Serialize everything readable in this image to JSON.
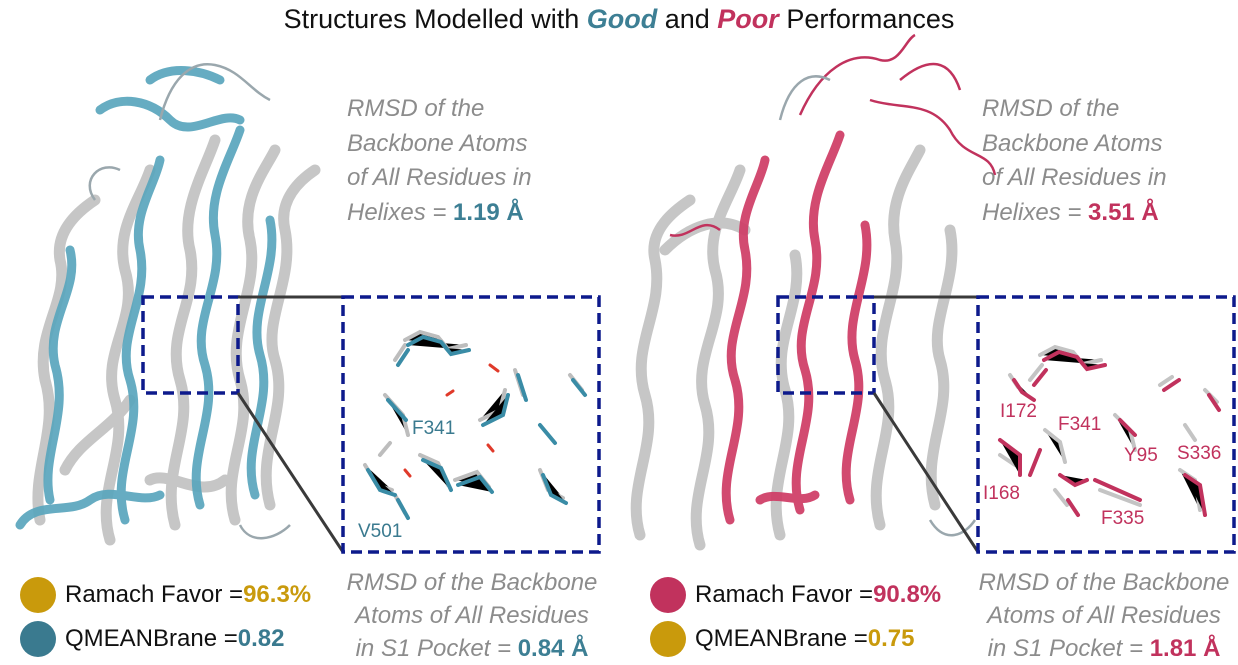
{
  "title": {
    "prefix": "Structures Modelled with ",
    "good": "Good",
    "middle": " and ",
    "poor": "Poor",
    "suffix": " Performances"
  },
  "colors": {
    "good": "#3d7f94",
    "poor": "#c1325d",
    "gold": "#c99a0c",
    "teal": "#3a7a8f",
    "box": "#0d1a8c",
    "gray": "#8c8c8c"
  },
  "left": {
    "helix_rmsd": {
      "l1": "RMSD of the",
      "l2": "Backbone Atoms",
      "l3": "of All Residues in",
      "l4_prefix": "Helixes = ",
      "value": "1.19 Å"
    },
    "pocket_rmsd": {
      "l1": "RMSD of the Backbone",
      "l2": "Atoms of All Residues",
      "l3_prefix": "in S1 Pocket = ",
      "value": "0.84 Å"
    },
    "legend": [
      {
        "label": "Ramach Favor = ",
        "value": "96.3%"
      },
      {
        "label": "QMEANBrane = ",
        "value": "0.82"
      }
    ],
    "residues": [
      "F341",
      "V501"
    ]
  },
  "right": {
    "helix_rmsd": {
      "l1": "RMSD of the",
      "l2": "Backbone Atoms",
      "l3": "of All Residues in",
      "l4_prefix": "Helixes = ",
      "value": "3.51 Å"
    },
    "pocket_rmsd": {
      "l1": "RMSD of the Backbone",
      "l2": "Atoms of All Residues",
      "l3_prefix": "in S1 Pocket = ",
      "value": "1.81 Å"
    },
    "legend": [
      {
        "label": "Ramach Favor = ",
        "value": "90.8%"
      },
      {
        "label": "QMEANBrane = ",
        "value": "0.75"
      }
    ],
    "residues": [
      "I172",
      "F341",
      "Y95",
      "S336",
      "I168",
      "F335"
    ]
  }
}
